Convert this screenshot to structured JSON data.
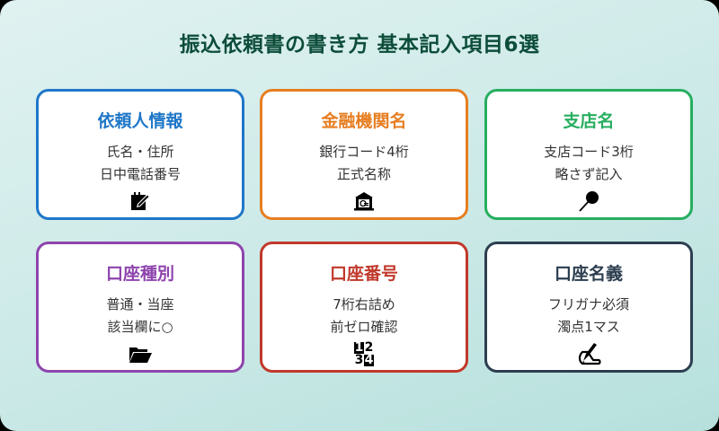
{
  "title": "振込依頼書の書き方 基本記入項目6選",
  "cards": [
    {
      "heading": "依頼人情報",
      "line1": "氏名・住所",
      "line2": "日中電話番号",
      "icon": "memo-pencil-icon",
      "color": "#1f77c8"
    },
    {
      "heading": "金融機関名",
      "line1": "銀行コード4桁",
      "line2": "正式名称",
      "icon": "bank-icon",
      "color": "#e67e22"
    },
    {
      "heading": "支店名",
      "line1": "支店コード3桁",
      "line2": "略さず記入",
      "icon": "pushpin-icon",
      "color": "#27ae60"
    },
    {
      "heading": "口座種別",
      "line1": "普通・当座",
      "line2": "該当欄に○",
      "icon": "open-folder-icon",
      "color": "#8e44ad"
    },
    {
      "heading": "口座番号",
      "line1": "7桁右詰め",
      "line2": "前ゼロ確認",
      "icon": "numbers-icon",
      "color": "#c0392b"
    },
    {
      "heading": "口座名義",
      "line1": "フリガナ必須",
      "line2": "濁点1マス",
      "icon": "writing-hand-icon",
      "color": "#2c3e50"
    }
  ],
  "numbers_icon": {
    "d1": "1",
    "d2": "2",
    "d3": "3",
    "d4": "4"
  }
}
